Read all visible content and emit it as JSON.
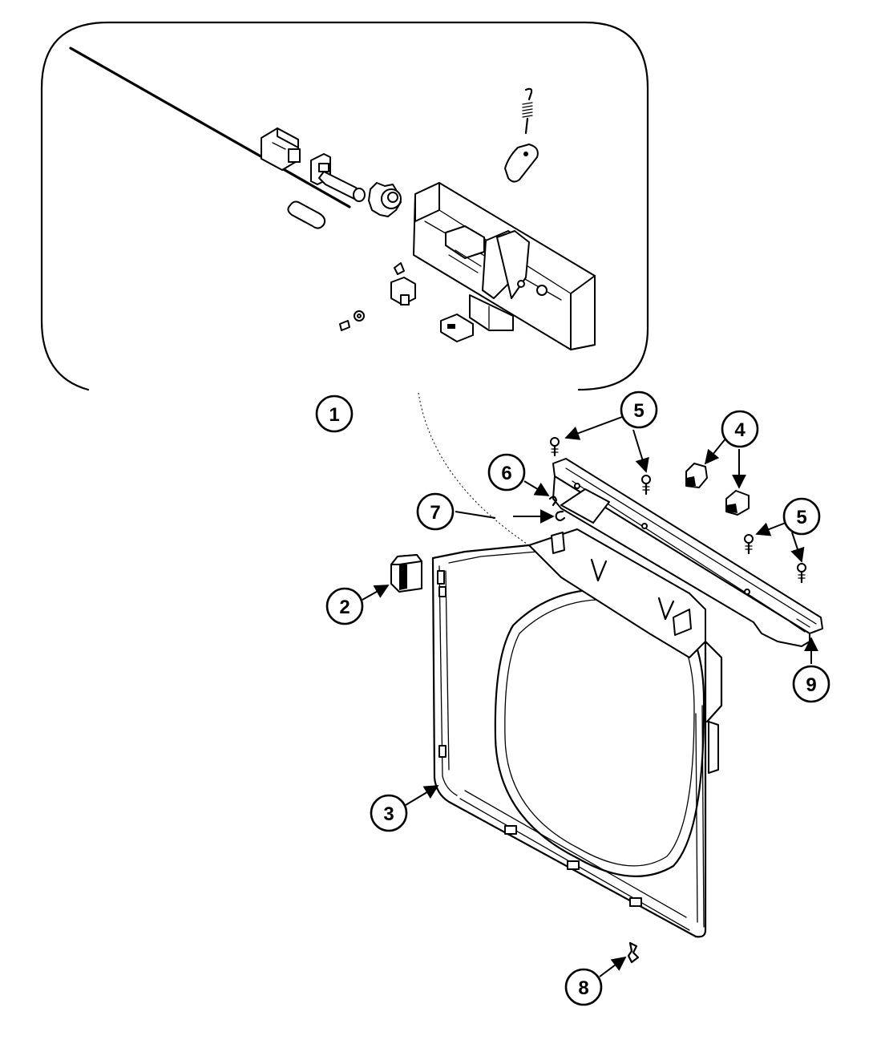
{
  "diagram": {
    "callouts": [
      {
        "id": "1",
        "label": "1"
      },
      {
        "id": "2",
        "label": "2"
      },
      {
        "id": "3",
        "label": "3"
      },
      {
        "id": "4",
        "label": "4"
      },
      {
        "id": "5a",
        "label": "5"
      },
      {
        "id": "5b",
        "label": "5"
      },
      {
        "id": "6",
        "label": "6"
      },
      {
        "id": "7",
        "label": "7"
      },
      {
        "id": "8",
        "label": "8"
      },
      {
        "id": "9",
        "label": "9"
      }
    ]
  }
}
